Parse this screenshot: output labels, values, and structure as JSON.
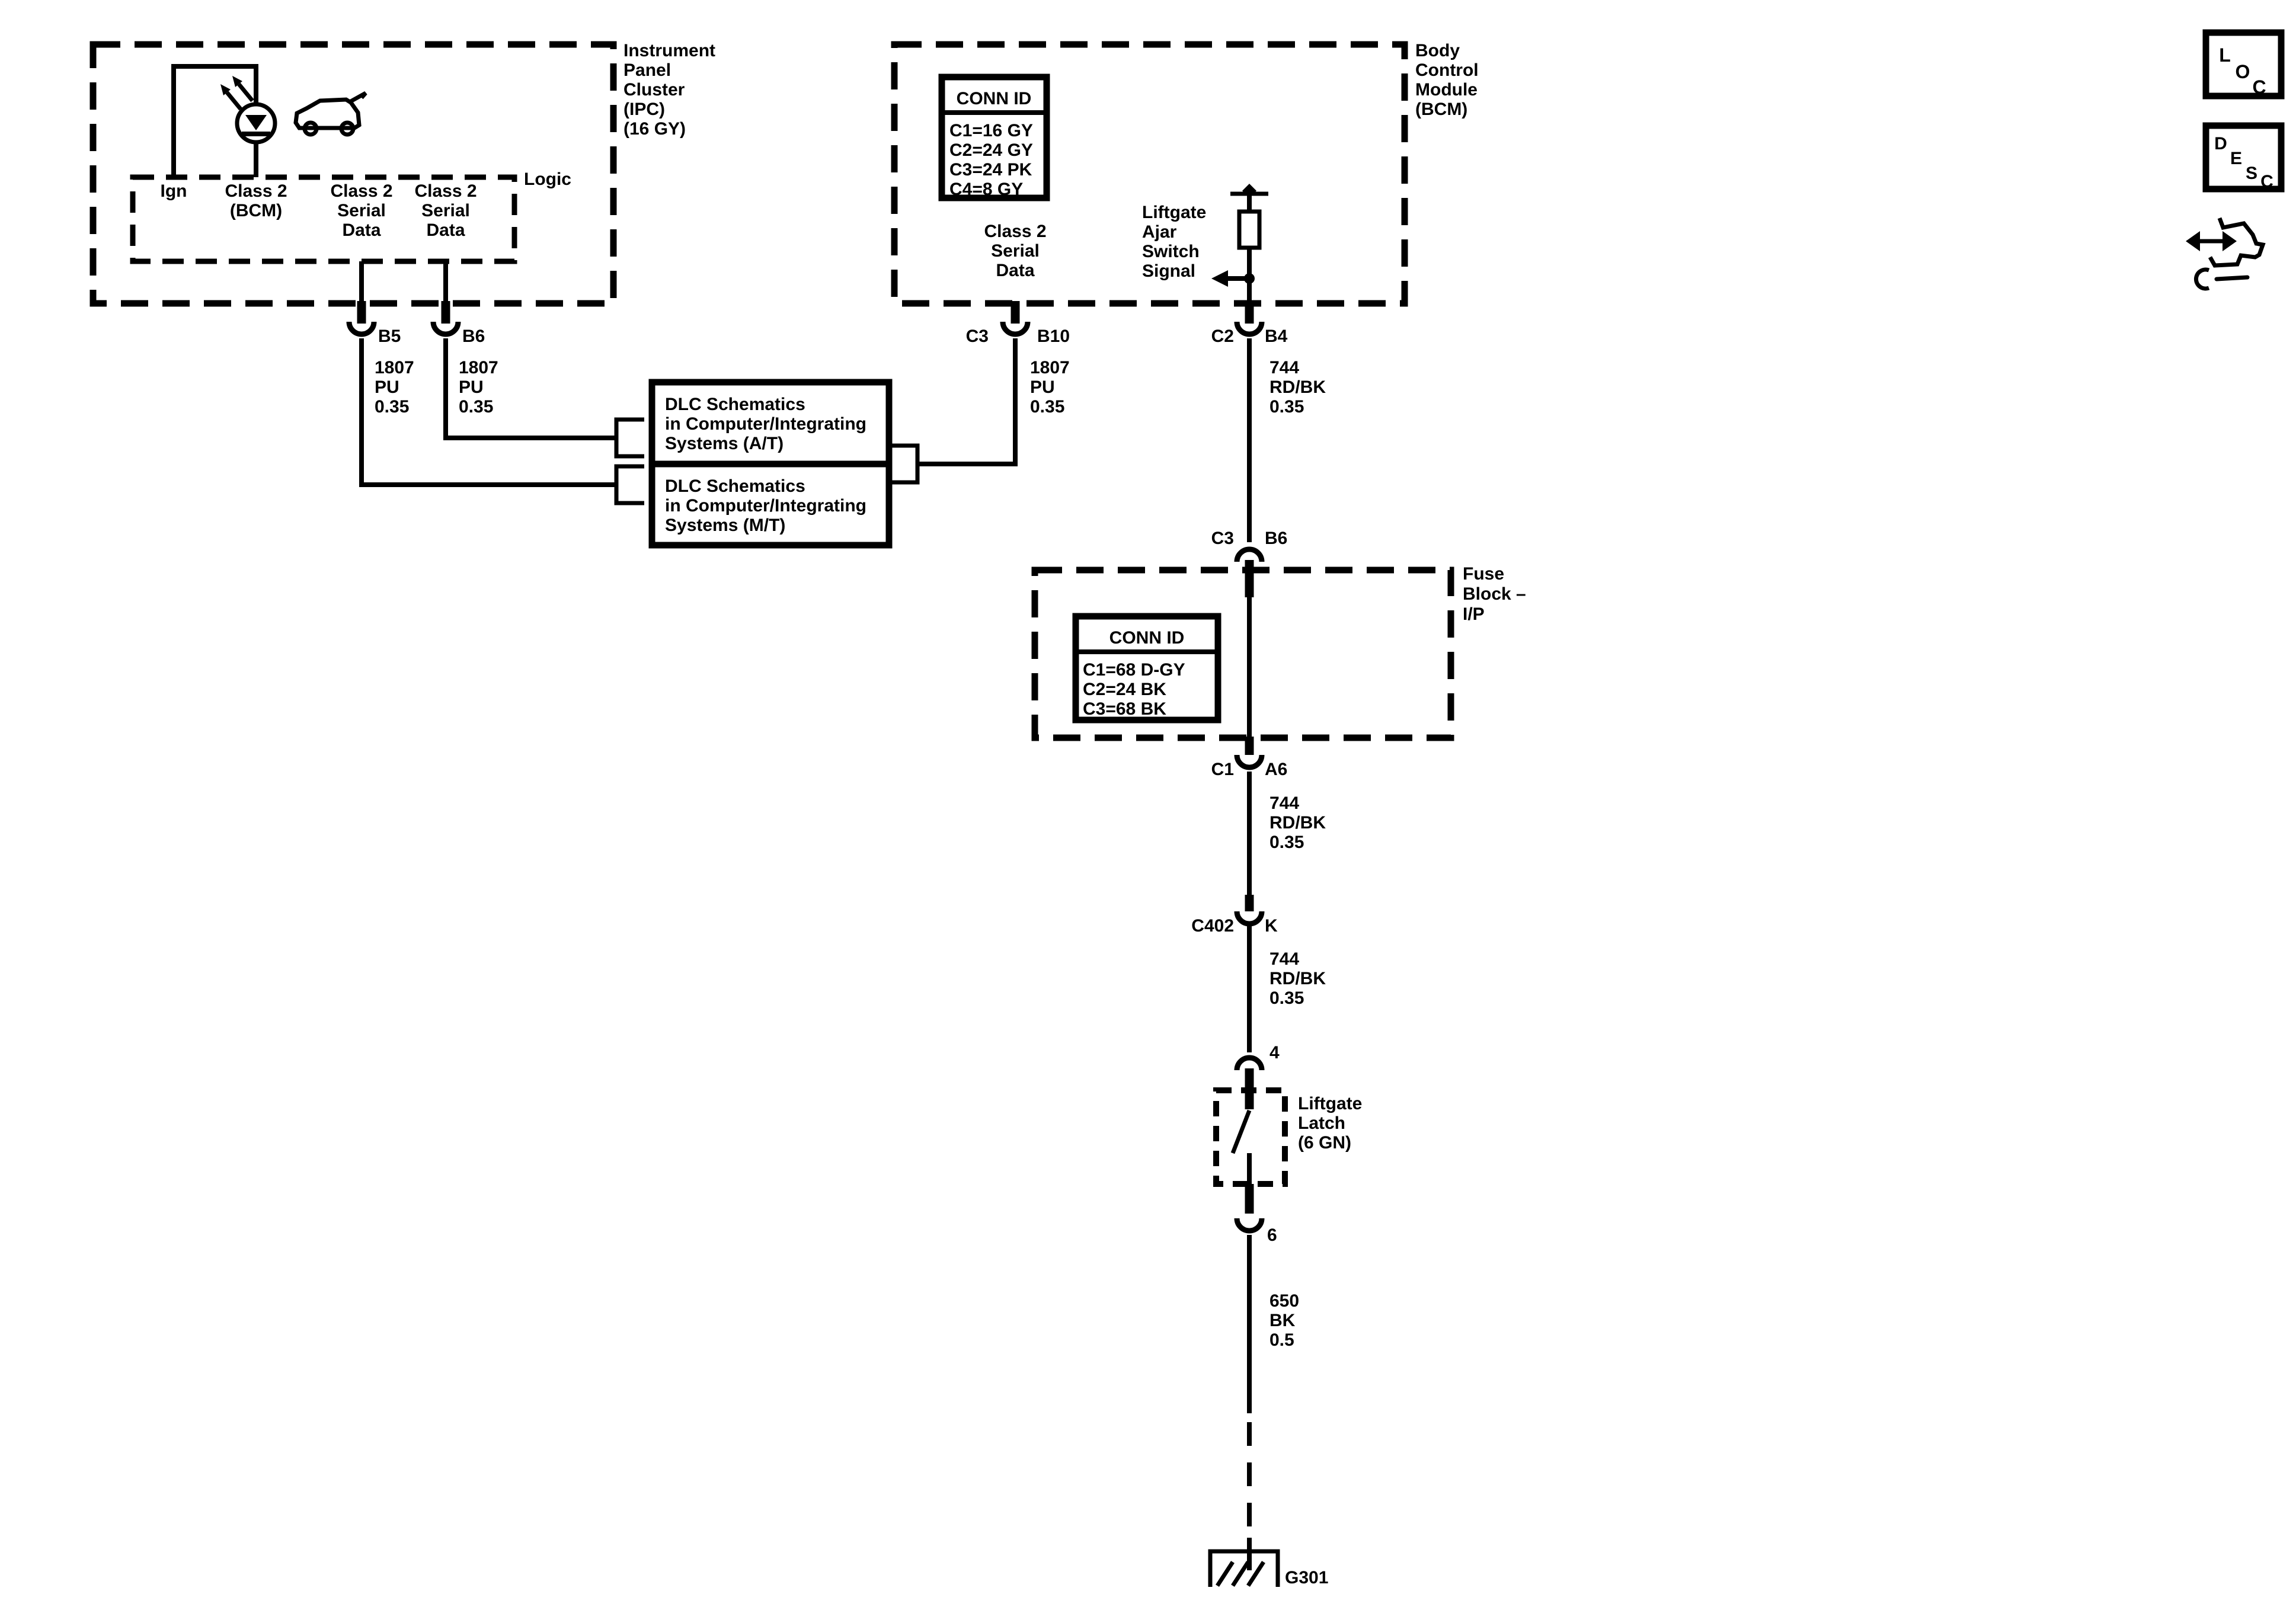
{
  "ipc": {
    "title": [
      "Instrument",
      "Panel",
      "Cluster",
      "(IPC)",
      "(16 GY)"
    ],
    "logic_label": "Logic",
    "pin_ign": "Ign",
    "pin_class2_bcm": [
      "Class 2",
      "(BCM)"
    ],
    "pin_serial_a": [
      "Class 2",
      "Serial",
      "Data"
    ],
    "pin_serial_b": [
      "Class 2",
      "Serial",
      "Data"
    ]
  },
  "bcm": {
    "title": [
      "Body",
      "Control",
      "Module",
      "(BCM)"
    ],
    "conn_table": {
      "header": "CONN ID",
      "rows": [
        "C1=16 GY",
        "C2=24 GY",
        "C3=24 PK",
        "C4=8 GY"
      ]
    },
    "pin_class2": [
      "Class 2",
      "Serial",
      "Data"
    ],
    "pin_liftgate_signal": [
      "Liftgate",
      "Ajar",
      "Switch",
      "Signal"
    ]
  },
  "fuse_block": {
    "title": [
      "Fuse",
      "Block –",
      "I/P"
    ],
    "conn_table": {
      "header": "CONN ID",
      "rows": [
        "C1=68 D-GY",
        "C2=24 BK",
        "C3=68 BK"
      ]
    }
  },
  "dlc_at": [
    "DLC Schematics",
    "in Computer/Integrating",
    "Systems (A/T)"
  ],
  "dlc_mt": [
    "DLC Schematics",
    "in Computer/Integrating",
    "Systems (M/T)"
  ],
  "latch": [
    "Liftgate",
    "Latch",
    "(6 GN)"
  ],
  "connectors": {
    "b5": "B5",
    "b6": "B6",
    "c3": "C3",
    "b10": "B10",
    "c2": "C2",
    "b4": "B4",
    "c3f": "C3",
    "b6f": "B6",
    "c1": "C1",
    "a6": "A6",
    "c402": "C402",
    "k": "K",
    "pin4": "4",
    "pin6": "6"
  },
  "wires": {
    "b5": [
      "1807",
      "PU",
      "0.35"
    ],
    "b6": [
      "1807",
      "PU",
      "0.35"
    ],
    "b10": [
      "1807",
      "PU",
      "0.35"
    ],
    "b4": [
      "744",
      "RD/BK",
      "0.35"
    ],
    "a6": [
      "744",
      "RD/BK",
      "0.35"
    ],
    "k": [
      "744",
      "RD/BK",
      "0.35"
    ],
    "gnd": [
      "650",
      "BK",
      "0.5"
    ]
  },
  "ground_label": "G301",
  "corner": {
    "loc": [
      "L",
      "O",
      "C"
    ],
    "desc": [
      "D",
      "E",
      "S",
      "C"
    ]
  }
}
